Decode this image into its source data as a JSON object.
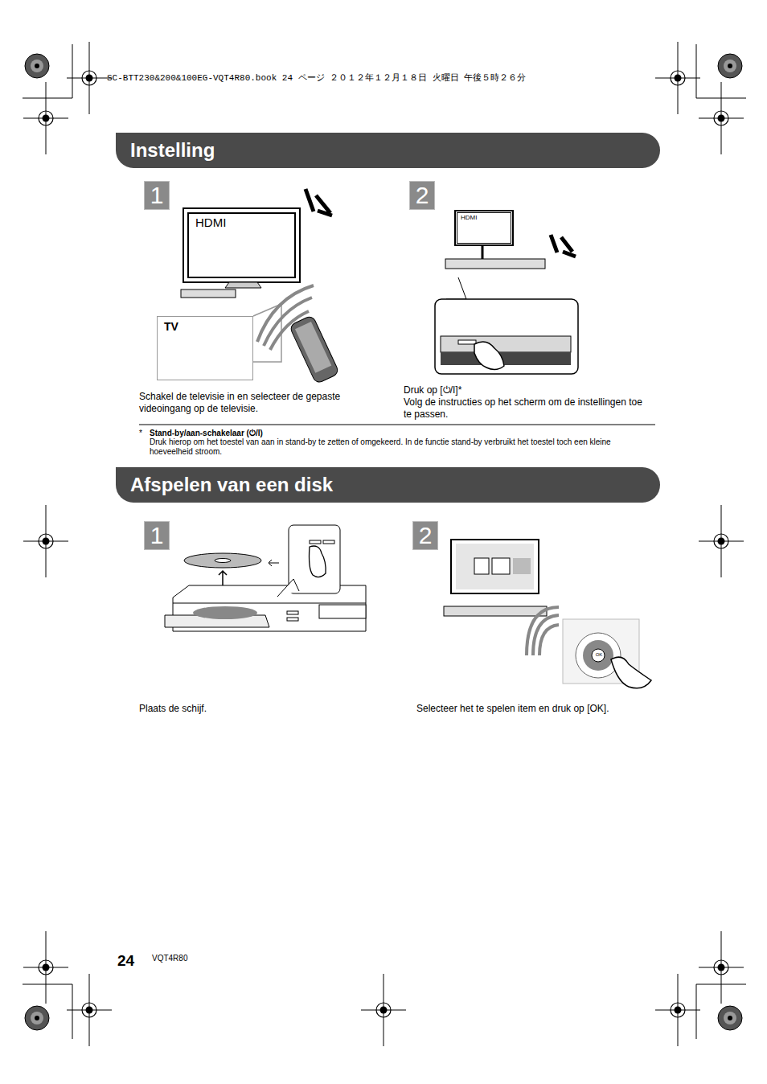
{
  "diagram": {
    "nodes": [
      {
        "text": [
          "Instelling"
        ]
      },
      {
        "text": [
          "1"
        ]
      },
      {
        "text": [
          "HDMI"
        ]
      },
      {
        "text": [
          "TV"
        ]
      },
      {
        "text": [
          "2"
        ]
      },
      {
        "text": [
          "HDMI"
        ]
      },
      {
        "text": [
          "Afspelen van een disk"
        ]
      },
      {
        "text": [
          "1"
        ]
      },
      {
        "text": [
          "2"
        ]
      }
    ],
    "labels": [
      "SC-BTT230&200&100EG-VQT4R80.book  24 ページ  ２０１２年１２月１８日  火曜日  午後５時２６分",
      "Schakel de televisie in en selecteer de gepaste videoingang op de televisie.",
      "Druk op [⏻/I]*",
      "Volg de instructies op het scherm om de instellingen toe te passen.",
      "*",
      "Stand-by/aan-schakelaar (⏻/I)",
      "Druk hierop om het toestel van aan in stand-by te zetten of omgekeerd. In de functie stand-by verbruikt het toestel toch een kleine hoeveelheid stroom.",
      "OK",
      "Plaats de schijf.",
      "Selecteer het te spelen item en druk op [OK].",
      "24",
      "VQT4R80"
    ]
  }
}
